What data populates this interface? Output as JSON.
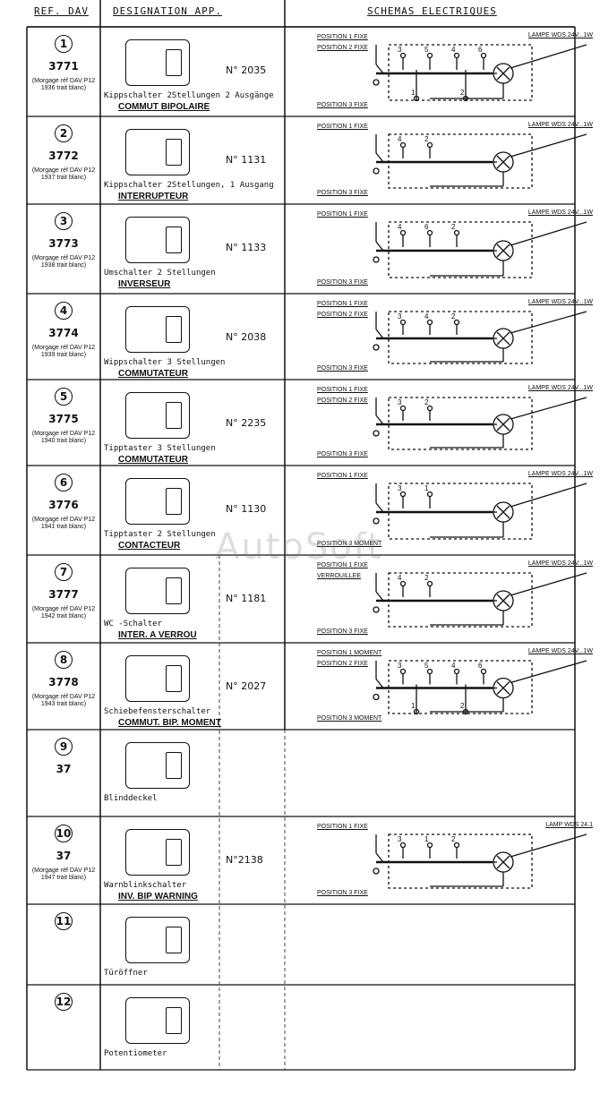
{
  "header": {
    "ref_dav": "REF. DAV",
    "designation": "DESIGNATION  APP.",
    "schemas": "SCHEMAS   ELECTRIQUES"
  },
  "watermark": "AutoSoft",
  "rows": [
    {
      "num": "1",
      "code": "3771",
      "note": "(Morgage réf DAV P12 1936 trait blanc)",
      "nref": "N° 2035",
      "de": "Kippschalter 2Stellungen 2 Ausgänge",
      "fr": "COMMUT BIPOLAIRE",
      "schema": {
        "pos1": "POSITION 1 FIXE",
        "pos2": "POSITION 2 FIXE",
        "pos3": "POSITION 3 FIXE",
        "lamp": "LAMPE WDS 24V...1W",
        "t": [
          "3",
          "5",
          "4",
          "6",
          "1",
          "2"
        ]
      }
    },
    {
      "num": "2",
      "code": "3772",
      "note": "(Morgage réf DAV P12 1937 trait blanc)",
      "nref": "N° 1131",
      "de": "Kippschalter 2Stellungen, 1 Ausgang",
      "fr": "INTERRUPTEUR",
      "schema": {
        "pos1": "POSITION 1 FIXE",
        "pos2": "",
        "pos3": "POSITION 3 FIXE",
        "lamp": "LAMPE WDS 24V...1W",
        "t": [
          "4",
          "2"
        ]
      }
    },
    {
      "num": "3",
      "code": "3773",
      "note": "(Morgage réf DAV P12 1938 trait blanc)",
      "nref": "N° 1133",
      "de": "Umschalter 2 Stellungen",
      "fr": "INVERSEUR",
      "schema": {
        "pos1": "POSITION 1 FIXE",
        "pos2": "",
        "pos3": "POSITION 3 FIXE",
        "lamp": "LAMPE WDS 24V...1W",
        "t": [
          "4",
          "6",
          "2"
        ]
      }
    },
    {
      "num": "4",
      "code": "3774",
      "note": "(Morgage réf DAV P12 1939 trait blanc)",
      "nref": "N° 2038",
      "de": "Wippschalter 3 Stellungen",
      "fr": "COMMUTATEUR",
      "schema": {
        "pos1": "POSITION 1 FIXE",
        "pos2": "POSITION 2 FIXE",
        "pos3": "POSITION 3 FIXE",
        "lamp": "LAMPE WDS 24V...1W",
        "t": [
          "3",
          "4",
          "2"
        ]
      }
    },
    {
      "num": "5",
      "code": "3775",
      "note": "(Morgage réf DAV P12 1940 trait blanc)",
      "nref": "N° 2235",
      "de": "Tipptaster 3 Stellungen",
      "fr": "COMMUTATEUR",
      "schema": {
        "pos1": "POSITION 1 FIXE",
        "pos2": "POSITION 2 FIXE",
        "pos3": "POSITION 3 FIXE",
        "lamp": "LAMPE WDS 24V...1W",
        "t": [
          "3",
          "2"
        ]
      }
    },
    {
      "num": "6",
      "code": "3776",
      "note": "(Morgage réf DAV P12 1941 trait blanc)",
      "nref": "N° 1130",
      "de": "Tipptaster 2 Stellungen",
      "fr": "CONTACTEUR",
      "schema": {
        "pos1": "POSITION 1 FIXE",
        "pos2": "",
        "pos3": "POSITION 3 MOMENT",
        "lamp": "LAMPE WDS 24V...1W",
        "t": [
          "3",
          "1"
        ]
      }
    },
    {
      "num": "7",
      "code": "3777",
      "note": "(Morgage réf DAV P12 1942 trait blanc)",
      "nref": "N° 1181",
      "de": "WC -Schalter",
      "fr": "INTER. A VERROU",
      "schema": {
        "pos1": "POSITION 1 FIXE",
        "pos2": "VERROUILLEE",
        "pos3": "POSITION 3 FIXE",
        "lamp": "LAMPE WDS 24V...1W",
        "t": [
          "4",
          "2"
        ]
      }
    },
    {
      "num": "8",
      "code": "3778",
      "note": "(Morgage réf DAV P12 1943 trait blanc)",
      "nref": "N° 2027",
      "de": "Schiebefensterschalter",
      "fr": "COMMUT. BIP. MOMENT",
      "schema": {
        "pos1": "POSITION 1 MOMENT",
        "pos2": "POSITION 2 FIXE",
        "pos3": "POSITION 3 MOMENT",
        "lamp": "LAMPE WDS 24V...1W",
        "t": [
          "3",
          "5",
          "4",
          "6",
          "1",
          "2"
        ]
      }
    },
    {
      "num": "9",
      "code": "37",
      "note": "",
      "nref": "",
      "de": "Blinddeckel",
      "fr": "",
      "schema": null
    },
    {
      "num": "10",
      "code": "37",
      "note": "(Morgage réf DAV P12 1947 trait blanc)",
      "nref": "N°2138",
      "de": "Warnblinkschalter",
      "fr": "INV. BIP WARNING",
      "schema": {
        "pos1": "POSITION 1 FIXE",
        "pos2": "",
        "pos3": "POSITION 3 FIXE",
        "lamp": "LAMP WDS 24.1",
        "t": [
          "3",
          "1",
          "2"
        ]
      }
    },
    {
      "num": "11",
      "code": "",
      "note": "",
      "nref": "",
      "de": "Türöffner",
      "fr": "",
      "schema": null
    },
    {
      "num": "12",
      "code": "",
      "note": "",
      "nref": "",
      "de": "Potentiometer",
      "fr": "",
      "schema": null
    }
  ]
}
